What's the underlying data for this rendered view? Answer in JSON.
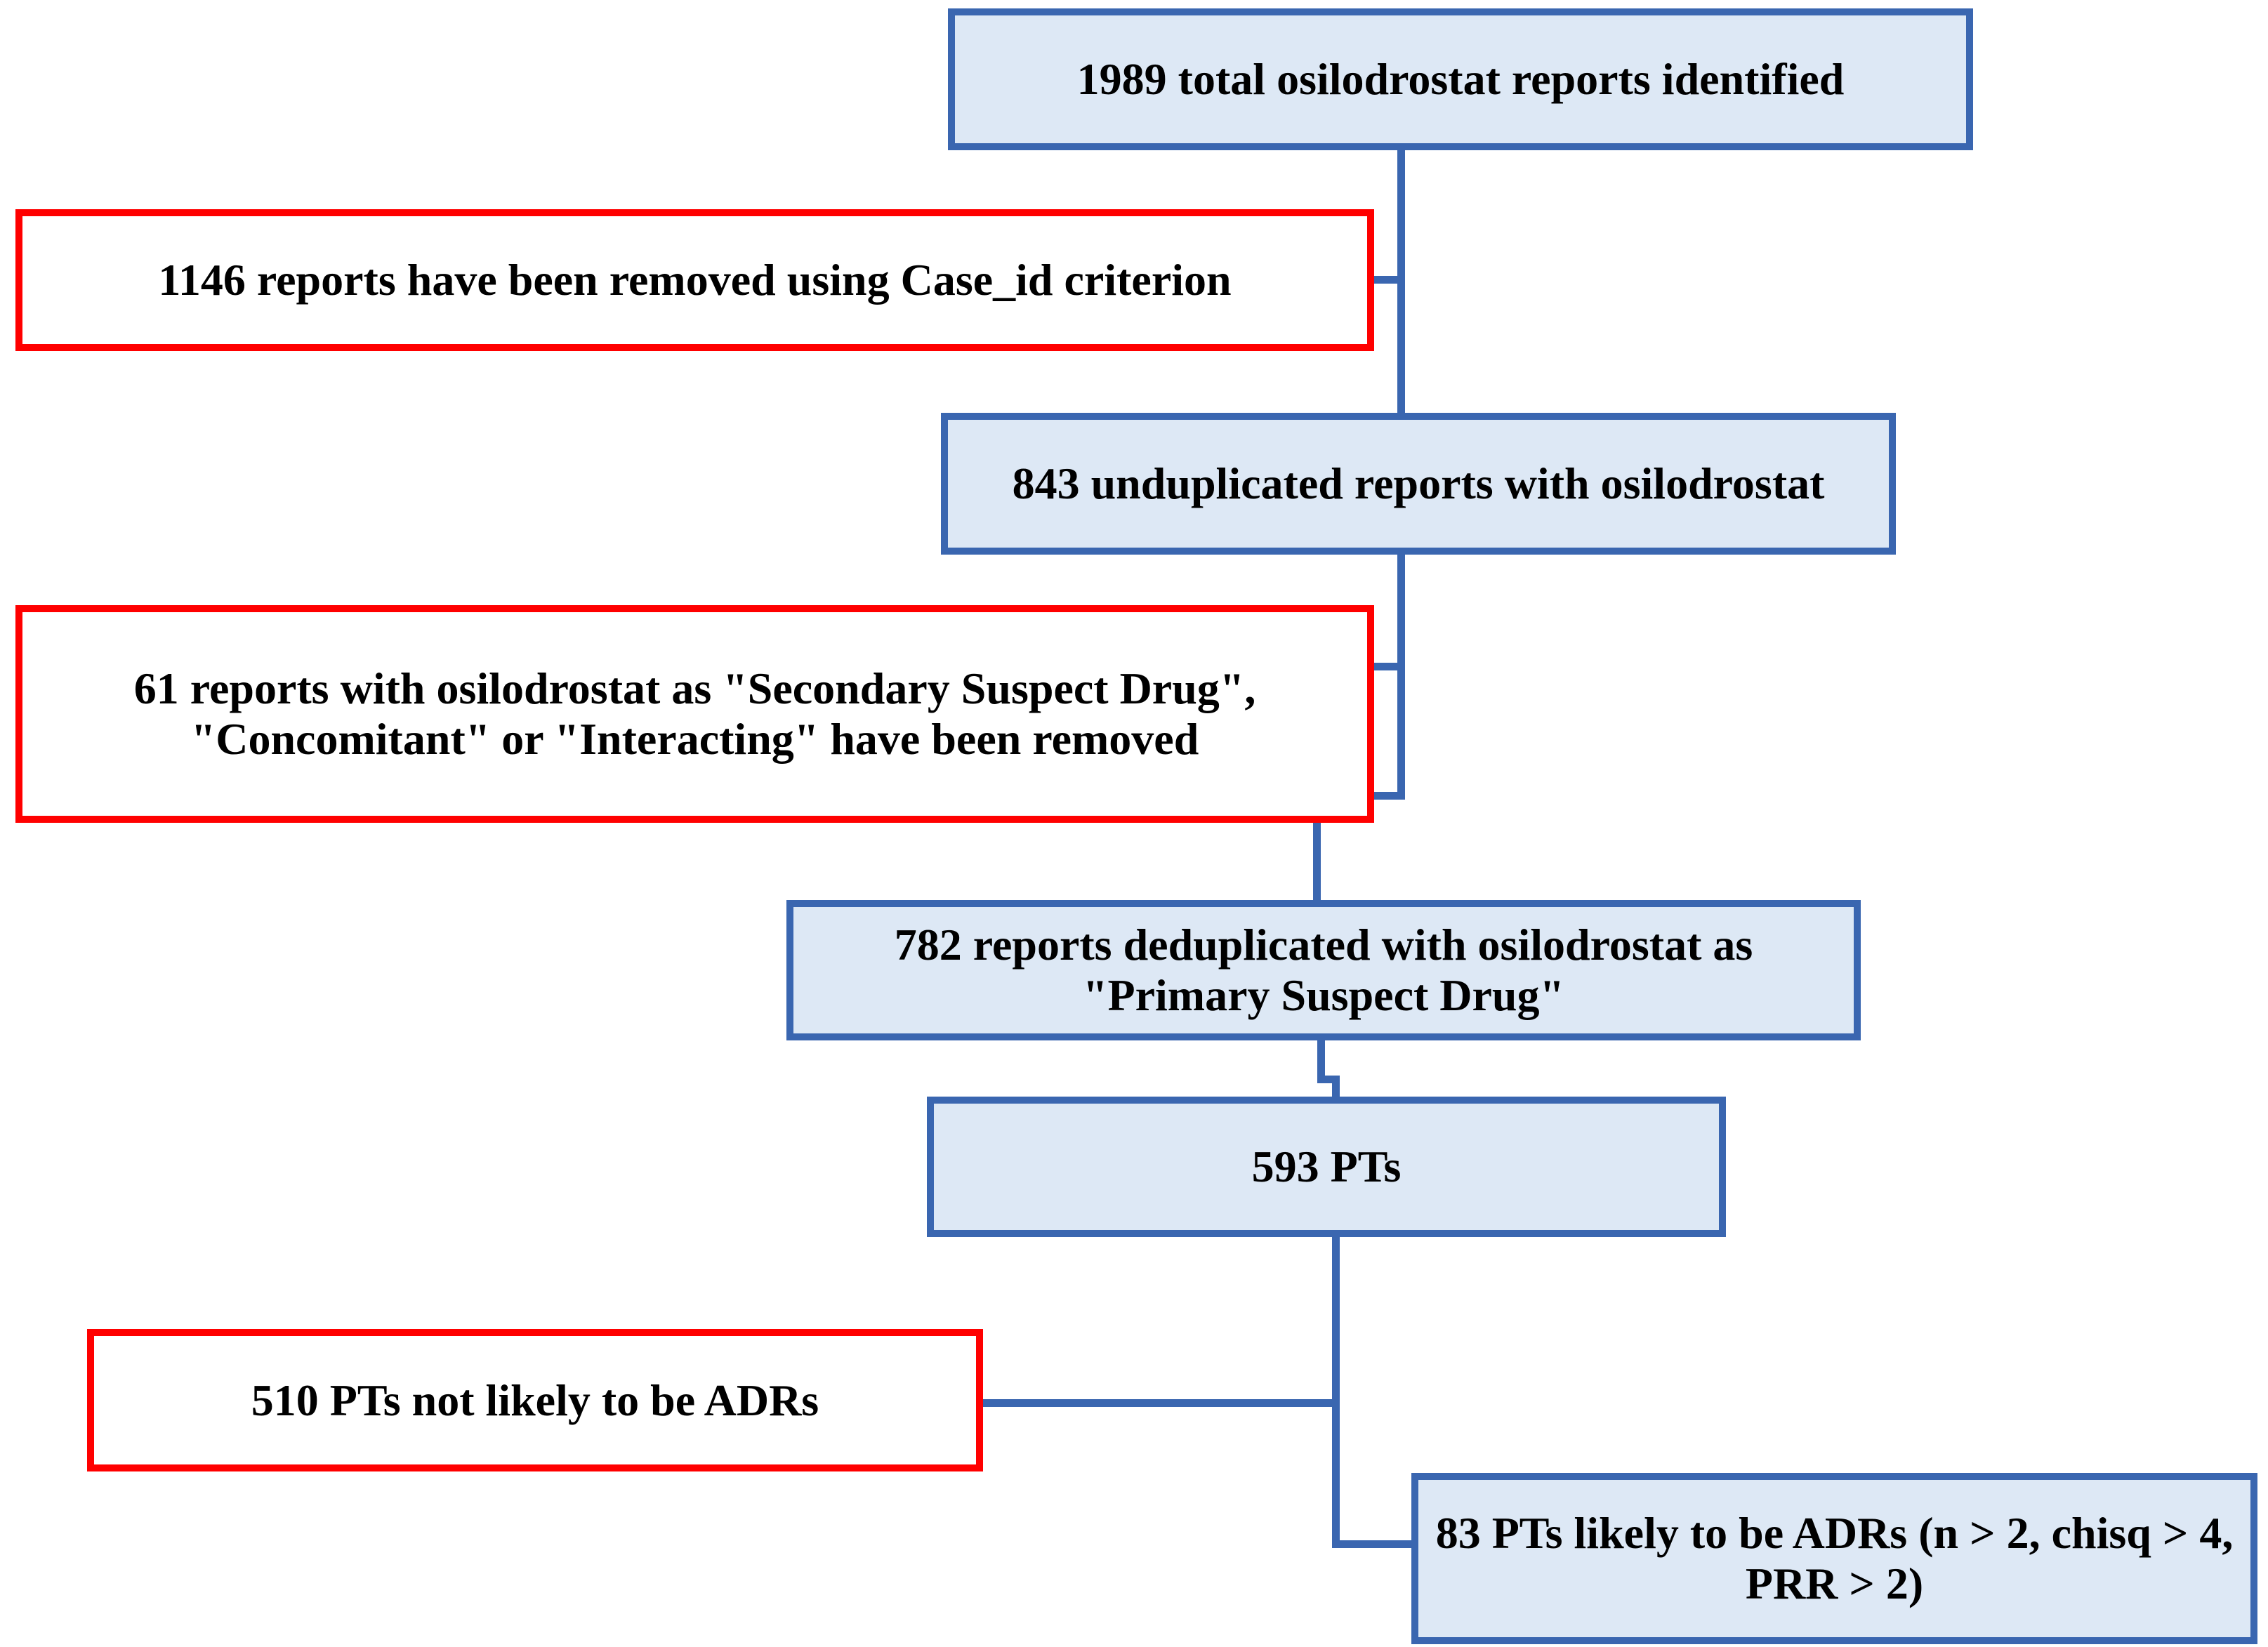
{
  "diagram": {
    "type": "flowchart",
    "title": "Osilodrostat pharmacovigilance report selection flowchart",
    "palette": {
      "box_fill": "#dde8f5",
      "box_border": "#3a66b0",
      "exclusion_border": "#ff0000",
      "exclusion_fill": "#ffffff",
      "connector": "#3a66b0",
      "text": "#000000"
    },
    "flow_nodes": [
      {
        "id": "total-reports",
        "kind": "included",
        "count": 1989,
        "unit": "reports",
        "lines": [
          "1989 total osilodrostat reports",
          "identified"
        ],
        "text": "1989 total osilodrostat reports identified"
      },
      {
        "id": "unduplicated-reports",
        "kind": "included",
        "count": 843,
        "unit": "reports",
        "lines": [
          "843 unduplicated reports with",
          "osilodrostat"
        ],
        "text": "843 unduplicated reports with osilodrostat"
      },
      {
        "id": "primary-suspect-reports",
        "kind": "included",
        "count": 782,
        "unit": "reports",
        "lines": [
          "782 reports deduplicated with osilodrostat",
          "as \"Primary Suspect Drug\""
        ],
        "text": "782 reports deduplicated with osilodrostat as \"Primary Suspect Drug\""
      },
      {
        "id": "pts-total",
        "kind": "included",
        "count": 593,
        "unit": "PTs",
        "lines": [
          "593 PTs"
        ],
        "text": "593 PTs"
      },
      {
        "id": "pts-likely-adrs",
        "kind": "included",
        "count": 83,
        "unit": "PTs",
        "lines": [
          "83 PTs likely to be ADRs",
          "(n > 2, chisq > 4, PRR > 2)"
        ],
        "text": "83 PTs likely to be ADRs (n > 2, chisq > 4, PRR > 2)",
        "criteria": {
          "n": "> 2",
          "chisq": "> 4",
          "PRR": "> 2"
        }
      }
    ],
    "exclusion_nodes": [
      {
        "id": "excluded-case-id",
        "kind": "excluded",
        "count": 1146,
        "unit": "reports",
        "lines": [
          "1146 reports have been removed using Case_id criterion"
        ],
        "text": "1146 reports have been removed using Case_id criterion"
      },
      {
        "id": "excluded-secondary-suspect",
        "kind": "excluded",
        "count": 61,
        "unit": "reports",
        "lines": [
          "61 reports with osilodrostat as \"Secondary Suspect",
          "Drug\", \"Concomitant\" or \"Interacting\" have been",
          "removed"
        ],
        "text": "61 reports with osilodrostat as \"Secondary Suspect Drug\", \"Concomitant\" or \"Interacting\" have been removed"
      },
      {
        "id": "excluded-not-adrs",
        "kind": "excluded",
        "count": 510,
        "unit": "PTs",
        "lines": [
          "510 PTs not likely to be ADRs"
        ],
        "text": "510 PTs not likely to be ADRs"
      }
    ]
  }
}
